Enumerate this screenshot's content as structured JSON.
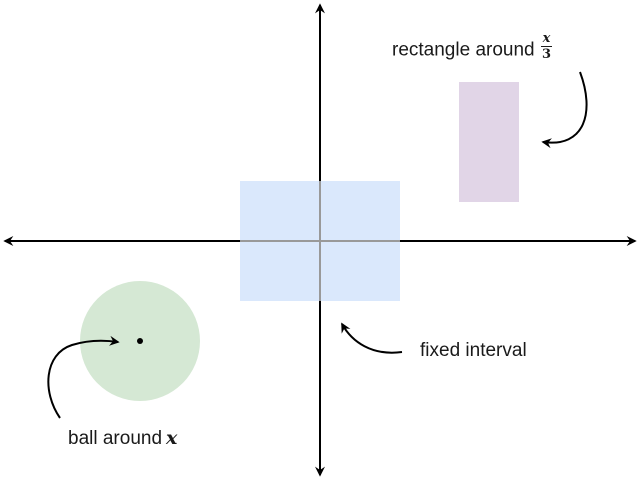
{
  "labels": {
    "rectangle": {
      "text": "rectangle around",
      "math_numerator": "x",
      "math_denominator": "3"
    },
    "interval": {
      "text": "fixed interval"
    },
    "ball": {
      "text": "ball around",
      "math": "x"
    }
  },
  "icons": {
    "x_axis": "double-arrow-horizontal-icon",
    "y_axis": "double-arrow-vertical-icon",
    "pointer": "curved-arrow-icon"
  },
  "colors": {
    "axis": "#000000",
    "fixed_interval_fill": "#dae8fc",
    "ball_fill": "#d5e8d4",
    "rectangle_fill": "#e1d5e7",
    "center_dot": "#000000",
    "text": "#1a1a1a"
  }
}
